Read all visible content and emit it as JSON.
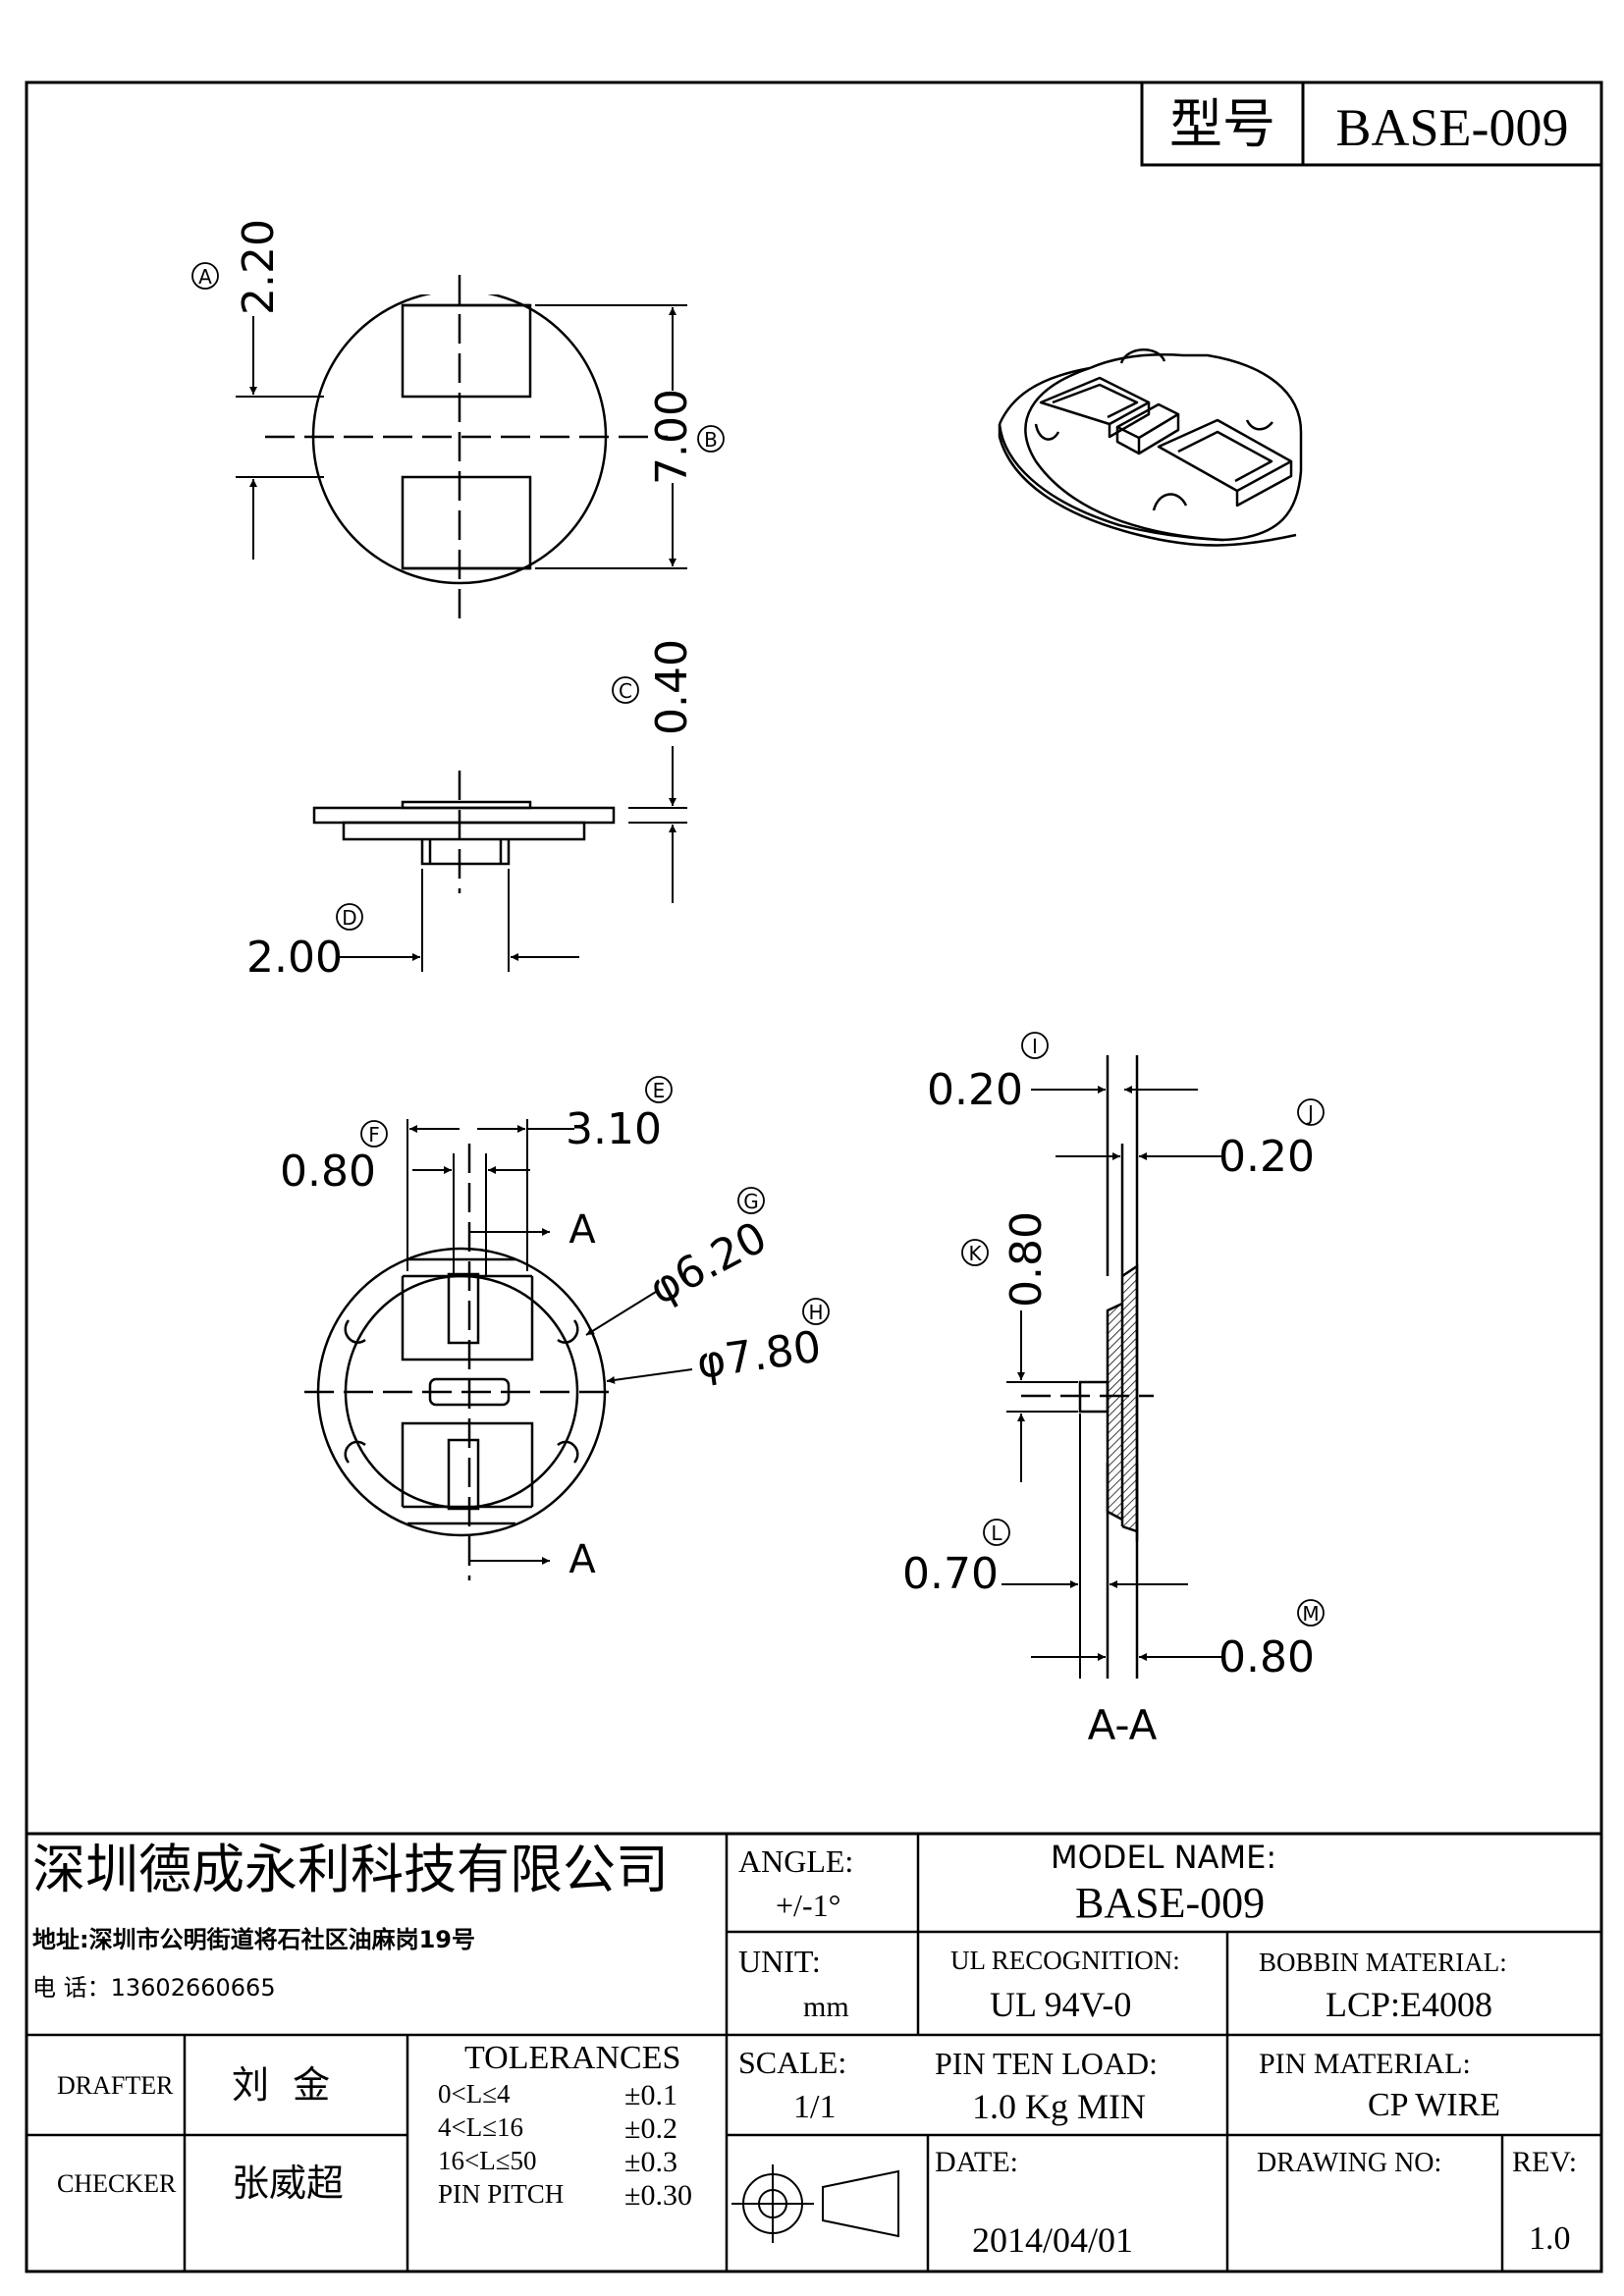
{
  "model_box": {
    "label": "型号",
    "value": "BASE-009"
  },
  "dimensions": {
    "A": {
      "marker": "A",
      "value": "2.20"
    },
    "B": {
      "marker": "B",
      "value": "7.00"
    },
    "C": {
      "marker": "C",
      "value": "0.40"
    },
    "D": {
      "marker": "D",
      "value": "2.00"
    },
    "E": {
      "marker": "E",
      "value": "3.10"
    },
    "F": {
      "marker": "F",
      "value": "0.80"
    },
    "G": {
      "marker": "G",
      "value": "φ6.20"
    },
    "H": {
      "marker": "H",
      "value": "φ7.80"
    },
    "I": {
      "marker": "I",
      "value": "0.20"
    },
    "J": {
      "marker": "J",
      "value": "0.20"
    },
    "K": {
      "marker": "K",
      "value": "0.80"
    },
    "L": {
      "marker": "L",
      "value": "0.70"
    },
    "M": {
      "marker": "M",
      "value": "0.80"
    }
  },
  "section_mark": "A",
  "section_title": "A-A",
  "title_block": {
    "company": "深圳德成永利科技有限公司",
    "address": "地址:深圳市公明街道将石社区油麻岗19号",
    "phone": "电 话：13602660665",
    "angle_label": "ANGLE:",
    "angle_value": "+/-1°",
    "model_name_label": "MODEL NAME:",
    "model_name_value": "BASE-009",
    "unit_label": "UNIT:",
    "unit_value": "mm",
    "ul_label": "UL RECOGNITION:",
    "ul_value": "UL 94V-0",
    "bobbin_label": "BOBBIN MATERIAL:",
    "bobbin_value": "LCP:E4008",
    "drafter_label": "DRAFTER",
    "drafter_value": "刘  金",
    "checker_label": "CHECKER",
    "checker_value": "张威超",
    "tolerances_label": "TOLERANCES",
    "tolerances": [
      {
        "range": "0<L≤4",
        "tol": "±0.1"
      },
      {
        "range": "4<L≤16",
        "tol": "±0.2"
      },
      {
        "range": "16<L≤50",
        "tol": "±0.3"
      },
      {
        "range": "PIN PITCH",
        "tol": "±0.30"
      }
    ],
    "scale_label": "SCALE:",
    "scale_value": "1/1",
    "pin_load_label": "PIN TEN LOAD:",
    "pin_load_value": "1.0 Kg MIN",
    "pin_material_label": "PIN MATERIAL:",
    "pin_material_value": "CP WIRE",
    "date_label": "DATE:",
    "date_value": "2014/04/01",
    "drawing_no_label": "DRAWING NO:",
    "rev_label": "REV:",
    "rev_value": "1.0"
  }
}
